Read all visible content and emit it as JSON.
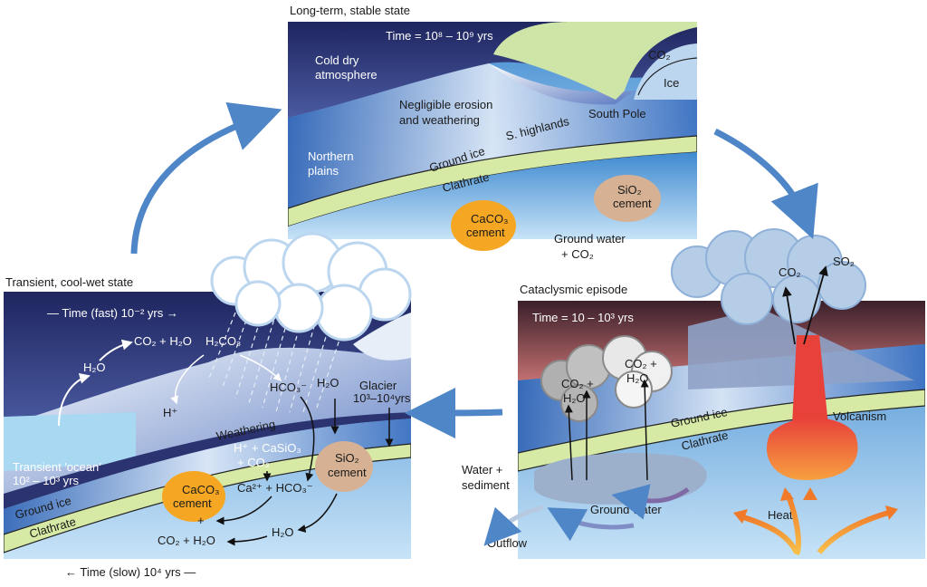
{
  "panels": {
    "top": {
      "title": "Long-term, stable state",
      "time": "Time = 10⁸ – 10⁹ yrs",
      "cold_dry_1": "Cold dry",
      "cold_dry_2": "atmosphere",
      "erosion_1": "Negligible erosion",
      "erosion_2": "and weathering",
      "south_pole": "South Pole",
      "s_highlands": "S. highlands",
      "ground_ice": "Ground ice",
      "northern_1": "Northern",
      "northern_2": "plains",
      "clathrate": "Clathrate",
      "co2": "CO₂",
      "ice": "Ice",
      "caco3_1": "CaCO₃",
      "caco3_2": "cement",
      "sio2_1": "SiO₂",
      "sio2_2": "cement",
      "groundwater_1": "Ground water",
      "groundwater_2": "+ CO₂"
    },
    "left": {
      "title": "Transient, cool-wet state",
      "time_fast": "— Time (fast)  10⁻² yrs  →",
      "co2_h2o": "CO₂ + H₂O",
      "h2co3": "H₂CO₃",
      "h2o_a": "H₂O",
      "hplus": "H⁺",
      "hco3": "HCO₃⁻",
      "h2o_b": "H₂O",
      "glacier_1": "Glacier",
      "glacier_2": "10³–10⁴yrs",
      "weathering": "Weathering",
      "reaction_1": "H⁺ + CaSiO₃",
      "reaction_2": "+ CO₂",
      "ca_hco3": "Ca²⁺ + HCO₃⁻",
      "ocean_1": "Transient 'ocean'",
      "ocean_2": "10² – 10³ yrs",
      "caco3_1": "CaCO₃",
      "caco3_2": "cement",
      "sio2_1": "SiO₂",
      "sio2_2": "cement",
      "plus": "+",
      "h2o_c": "H₂O",
      "co2_h2o_b": "CO₂ + H₂O",
      "ground_ice": "Ground  ice",
      "clathrate": "Clathrate",
      "time_slow": "← Time (slow) 10⁴ yrs  —"
    },
    "right": {
      "title": "Cataclysmic episode",
      "time": "Time = 10 – 10³ yrs",
      "co2": "CO₂",
      "so2": "SO₂",
      "plume1_1": "CO₂ +",
      "plume1_2": "H₂O",
      "plume2_1": "CO₂ +",
      "plume2_2": "H₂O",
      "ground_ice": "Ground ice",
      "clathrate": "Clathrate",
      "volcanism": "Volcanism",
      "water_1": "Water +",
      "water_2": "sediment",
      "ground_water": "Ground water",
      "outflow": "Outflow",
      "heat": "Heat"
    }
  },
  "colors": {
    "sky_dark": "#2b3370",
    "ocean_blue": "#3f8ad0",
    "light_blue": "#a9d2f0",
    "clathrate_green": "#d6eaa5",
    "caco3_orange": "#f5a623",
    "sio2_tan": "#d6b193",
    "lava_red": "#e8413a",
    "arrow_blue": "#4f86c8"
  }
}
